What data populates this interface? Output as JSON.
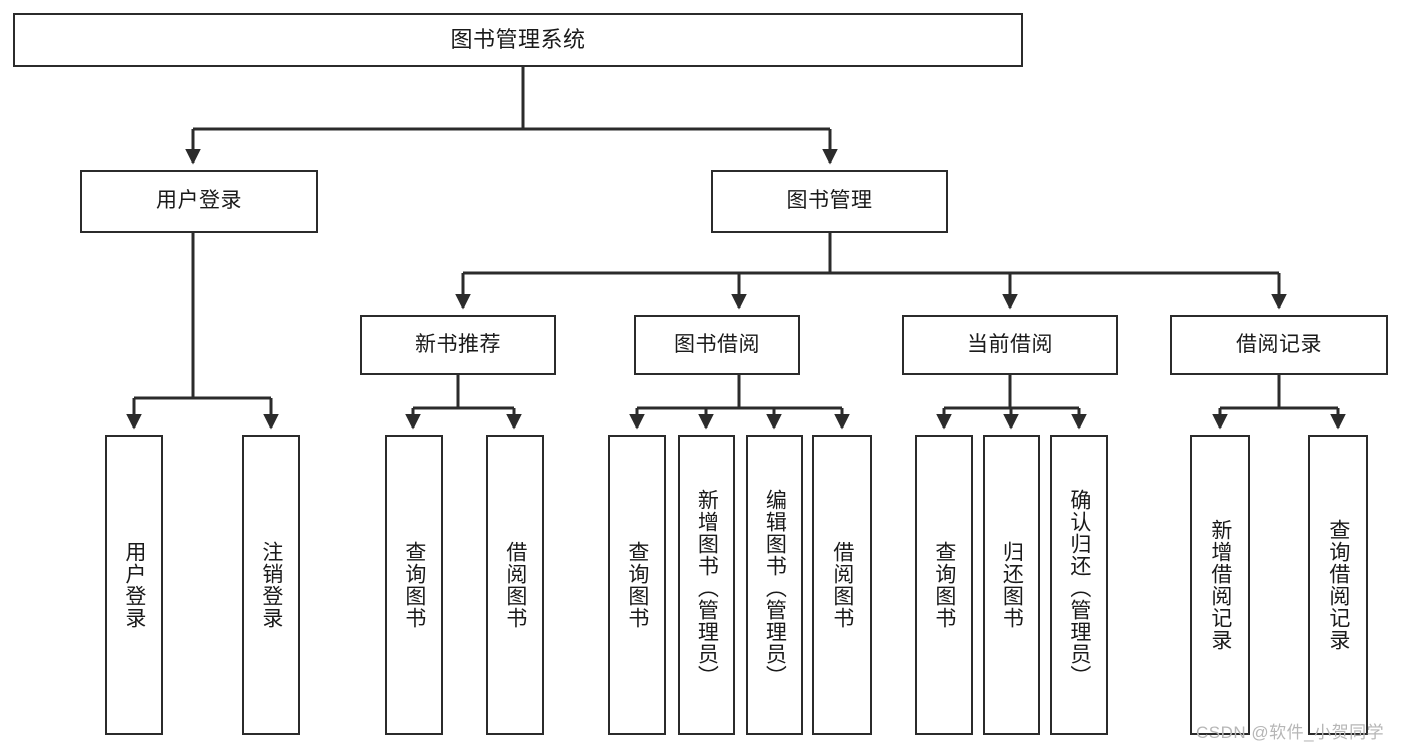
{
  "diagram": {
    "title": "图书管理系统",
    "type": "hierarchy-tree",
    "root": {
      "label": "图书管理系统"
    },
    "level2": [
      {
        "label": "用户登录"
      },
      {
        "label": "图书管理"
      }
    ],
    "level3": [
      {
        "label": "新书推荐"
      },
      {
        "label": "图书借阅"
      },
      {
        "label": "当前借阅"
      },
      {
        "label": "借阅记录"
      }
    ],
    "leaves": {
      "user_login": [
        {
          "label": "用户登录"
        },
        {
          "label": "注销登录"
        }
      ],
      "new_book_recommend": [
        {
          "label": "查询图书"
        },
        {
          "label": "借阅图书"
        }
      ],
      "book_borrow": [
        {
          "label": "查询图书"
        },
        {
          "label": "新增图书（管理员）"
        },
        {
          "label": "编辑图书（管理员）"
        },
        {
          "label": "借阅图书"
        }
      ],
      "current_borrow": [
        {
          "label": "查询图书"
        },
        {
          "label": "归还图书"
        },
        {
          "label": "确认归还（管理员）"
        }
      ],
      "borrow_record": [
        {
          "label": "新增借阅记录"
        },
        {
          "label": "查询借阅记录"
        }
      ]
    }
  },
  "watermark": {
    "text": "CSDN @软件_小贺同学"
  },
  "colors": {
    "box_border": "#2b2b2b",
    "box_fill": "#ffffff",
    "connector": "#2b2b2b",
    "text": "#1a1a1a",
    "watermark": "#b6b6b6",
    "background": "#ffffff"
  }
}
